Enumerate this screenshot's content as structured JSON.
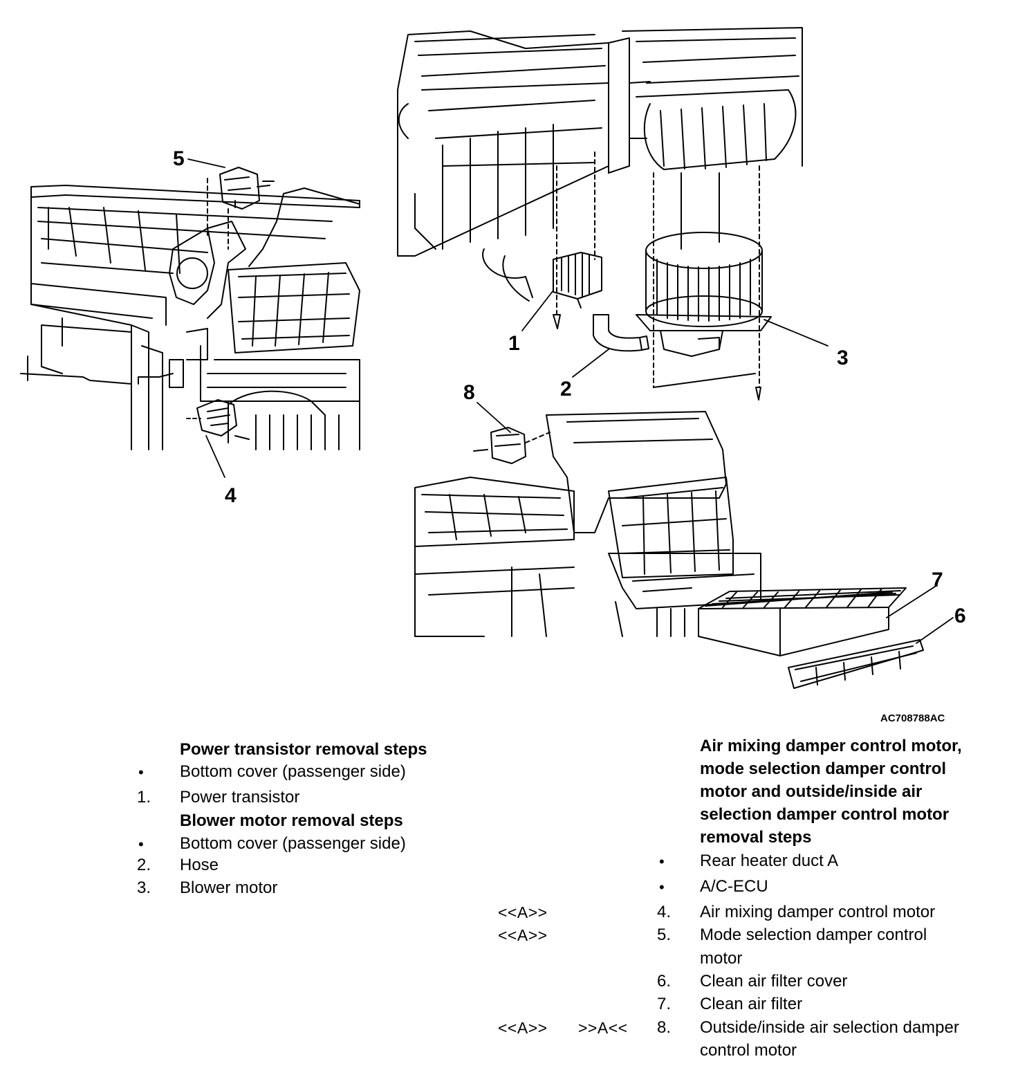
{
  "figure": {
    "id": "AC708788AC",
    "callouts": [
      "1",
      "2",
      "3",
      "4",
      "5",
      "6",
      "7",
      "8"
    ],
    "parts": {
      "power_transistor": "power-transistor",
      "hose": "hose",
      "blower_motor": "blower-motor",
      "air_mixing_motor": "air-mixing-damper-control-motor",
      "mode_selection_motor": "mode-selection-damper-control-motor",
      "filter_cover": "clean-air-filter-cover",
      "filter": "clean-air-filter",
      "outside_inside_motor": "outside-inside-air-selection-damper-control-motor"
    }
  },
  "left_column": {
    "power_transistor_heading": "Power transistor removal steps",
    "pt_items": [
      {
        "marker": "•",
        "label": "Bottom cover (passenger side)"
      },
      {
        "marker": "1.",
        "label": "Power transistor"
      }
    ],
    "blower_heading": "Blower motor removal steps",
    "bm_items": [
      {
        "marker": "•",
        "label": "Bottom cover (passenger side)"
      },
      {
        "marker": "2.",
        "label": "Hose"
      },
      {
        "marker": "3.",
        "label": "Blower motor"
      }
    ]
  },
  "right_column": {
    "heading_lines": [
      "Air mixing damper control motor,",
      "mode selection damper control",
      "motor and outside/inside air",
      "selection damper control motor",
      "removal steps"
    ],
    "items": [
      {
        "marker": "•",
        "label": "Rear heater duct A"
      },
      {
        "marker": "•",
        "label": "A/C-ECU"
      },
      {
        "removal_ref": "<<A>>",
        "install_ref": "",
        "marker": "4.",
        "label": "Air mixing damper control motor"
      },
      {
        "removal_ref": "<<A>>",
        "install_ref": "",
        "marker": "5.",
        "label_line1": "Mode selection damper control",
        "label_line2": "motor"
      },
      {
        "marker": "6.",
        "label": "Clean air filter cover"
      },
      {
        "marker": "7.",
        "label": "Clean air filter"
      },
      {
        "removal_ref": "<<A>>",
        "install_ref": ">>A<<",
        "marker": "8.",
        "label_line1": "Outside/inside air selection damper",
        "label_line2": "control motor"
      }
    ]
  }
}
